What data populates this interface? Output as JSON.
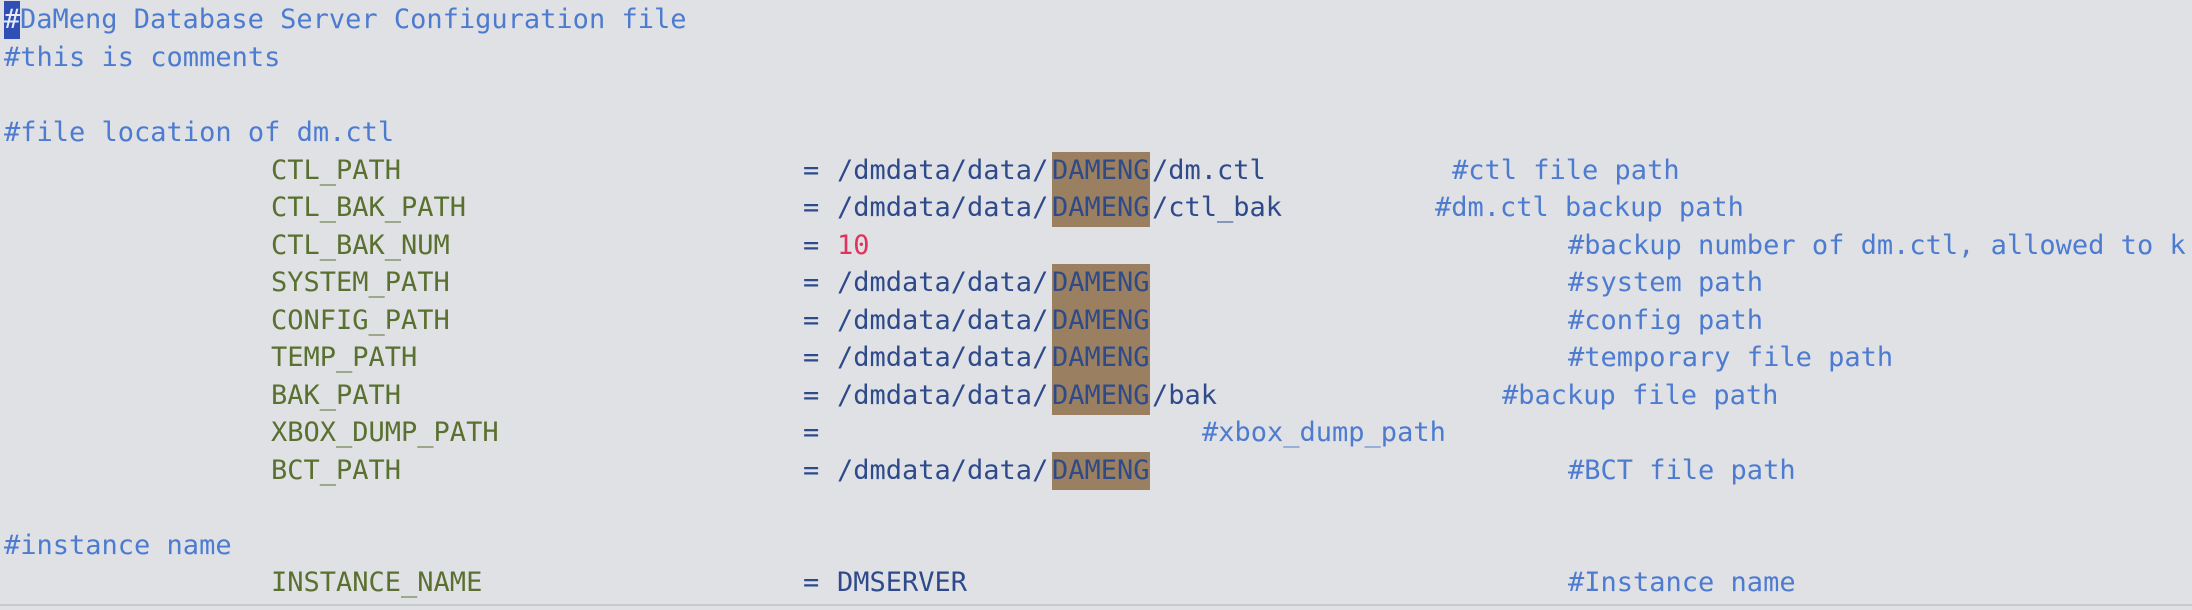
{
  "file": {
    "header_hash": "#",
    "header_text": "DaMeng Database Server Configuration file",
    "sub_comment": "#this is comments"
  },
  "sections": {
    "ctl_comment": "#file location of dm.ctl",
    "instance_comment": "#instance name"
  },
  "entries": {
    "ctl_path": {
      "key": "CTL_PATH",
      "eq": "=",
      "prefix": "/dmdata/data/",
      "match": "DAMENG",
      "suffix": "/dm.ctl",
      "comment": "#ctl file path"
    },
    "ctl_bak_path": {
      "key": "CTL_BAK_PATH",
      "eq": "=",
      "prefix": "/dmdata/data/",
      "match": "DAMENG",
      "suffix": "/ctl_bak",
      "comment": "#dm.ctl backup path"
    },
    "ctl_bak_num": {
      "key": "CTL_BAK_NUM",
      "eq": "=",
      "value": "10",
      "comment": "#backup number of dm.ctl, allowed to k"
    },
    "system_path": {
      "key": "SYSTEM_PATH",
      "eq": "=",
      "prefix": "/dmdata/data/",
      "match": "DAMENG",
      "comment": "#system path"
    },
    "config_path": {
      "key": "CONFIG_PATH",
      "eq": "=",
      "prefix": "/dmdata/data/",
      "match": "DAMENG",
      "comment": "#config path"
    },
    "temp_path": {
      "key": "TEMP_PATH",
      "eq": "=",
      "prefix": "/dmdata/data/",
      "match": "DAMENG",
      "comment": "#temporary file path"
    },
    "bak_path": {
      "key": "BAK_PATH",
      "eq": "=",
      "prefix": "/dmdata/data/",
      "match": "DAMENG",
      "suffix": "/bak",
      "comment": "#backup file path"
    },
    "xbox_dump_path": {
      "key": "XBOX_DUMP_PATH",
      "eq": "=",
      "comment": "#xbox_dump_path"
    },
    "bct_path": {
      "key": "BCT_PATH",
      "eq": "=",
      "prefix": "/dmdata/data/",
      "match": "DAMENG",
      "comment": "#BCT file path"
    },
    "instance_name": {
      "key": "INSTANCE_NAME",
      "eq": "=",
      "value": "DMSERVER",
      "comment": "#Instance name"
    }
  },
  "colors": {
    "background": "#dfe1e5",
    "comment": "#4d7bd0",
    "key": "#59702f",
    "value": "#2e4a8a",
    "number": "#e0335c",
    "search_highlight": "#9a8060",
    "cursor": "#2f4fb7"
  }
}
